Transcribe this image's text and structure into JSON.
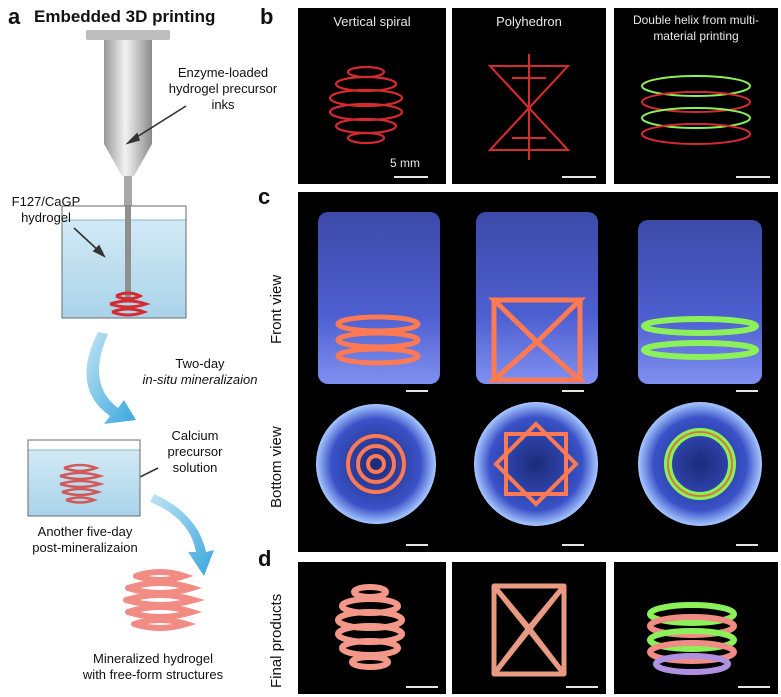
{
  "panels": {
    "a": {
      "letter": "a",
      "title": "Embedded 3D printing",
      "ink_label_lines": [
        "Enzyme-loaded",
        "hydrogel precursor",
        "inks"
      ],
      "hydrogel_label_lines": [
        "F127/CaGP",
        "hydrogel"
      ],
      "step1_lines": [
        "Two-day",
        "in-situ mineralizaion"
      ],
      "solution_label_lines": [
        "Calcium",
        "precursor",
        "solution"
      ],
      "step2_lines": [
        "Another five-day",
        "post-mineralizaion"
      ],
      "result_lines": [
        "Mineralized hydrogel",
        "with free-form structures"
      ]
    },
    "b": {
      "letter": "b",
      "captions": [
        "Vertical spiral",
        "Polyhedron",
        "Double helix from multi-material printing"
      ],
      "scale_text": "5 mm"
    },
    "c": {
      "letter": "c",
      "row_labels": [
        "Front view",
        "Bottom view"
      ]
    },
    "d": {
      "letter": "d",
      "row_label": "Final products"
    }
  },
  "colors": {
    "ink_red": "#d42a30",
    "fluor_orange": "#ff7a52",
    "fluor_green": "#8cf05a",
    "gel_blue": "#bfe0f0",
    "arrow_blue": "#5ab4e0",
    "product_pink": "#f08c84"
  }
}
